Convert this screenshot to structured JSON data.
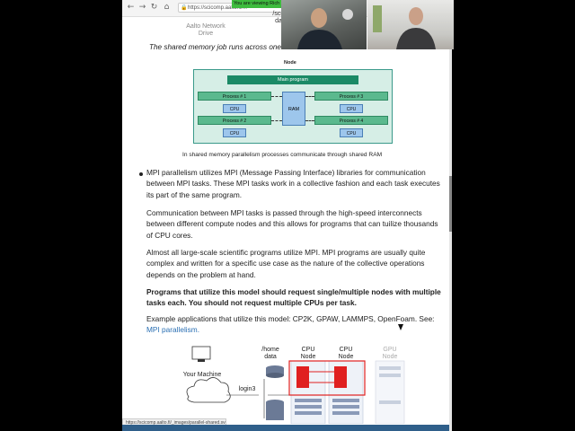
{
  "browser": {
    "url": "https://scicomp.aalto.fi/...",
    "share_banner": "You are viewing Rich",
    "status_url": "https://scicomp.aalto.fi/_images/parallel-shared.svg"
  },
  "top_partial": {
    "left": "Aalto Network\nDrive",
    "right": "/scra\ndat"
  },
  "figure1": {
    "caption_top": "The shared memory job runs across one node",
    "node_label": "Node",
    "main_program": "Main program",
    "processes": [
      "Process # 1",
      "Process # 2",
      "Process # 3",
      "Process # 4"
    ],
    "cpu": "CPU",
    "ram": "RAM",
    "caption": "In shared memory parallelism processes communicate through shared RAM"
  },
  "body": {
    "p1": "MPI parallelism utilizes MPI (Message Passing Interface) libraries for communication between MPI tasks. These MPI tasks work in a collective fashion and each task executes its part of the same program.",
    "p2": "Communication between MPI tasks is passed through the high-speed interconnects between different compute nodes and this allows for programs that can tuilize thousands of CPU cores.",
    "p3": "Almost all large-scale scientific programs utilize MPI. MPI programs are usually quite complex and written for a specific use case as the nature of the collective operations depends on the problem at hand.",
    "p4": "Programs that utilize this model should request single/multiple nodes with multiple tasks each. You should not request multiple CPUs per task.",
    "p5_text": "Example applications that utilize this model: CP2K, GPAW, LAMMPS, OpenFoam. See:",
    "p5_link": "MPI parallelism."
  },
  "figure2": {
    "home_data": "/home\ndata",
    "cpu_node": "CPU\nNode",
    "gpu_node": "GPU\nNode",
    "your_machine": "Your Machine",
    "login": "login3"
  },
  "colors": {
    "accent_link": "#2a6fb3",
    "diagram_bg": "#d6eee6",
    "main_program": "#1b8a66",
    "process": "#5bb98e",
    "cpu_ram": "#9dc6ec",
    "node_highlight": "#e02020"
  }
}
